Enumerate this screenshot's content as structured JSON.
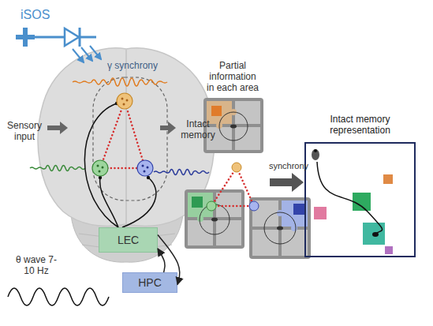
{
  "diagram": {
    "nodes": [
      {
        "text": [
          "LEC"
        ]
      },
      {
        "text": [
          "HPC"
        ]
      },
      {
        "text": [
          "Intact memory representation"
        ]
      }
    ],
    "edges": [
      {
        "from": 0,
        "to": 1,
        "arrow": "to"
      },
      {
        "from": 1,
        "to": 0,
        "arrow": "to"
      }
    ],
    "labels": [
      "iSOS",
      "γ synchrony",
      "Sensory input",
      "Intact memory",
      "θ wave 7-10 Hz",
      "Partial information in each area",
      "synchrony"
    ]
  }
}
